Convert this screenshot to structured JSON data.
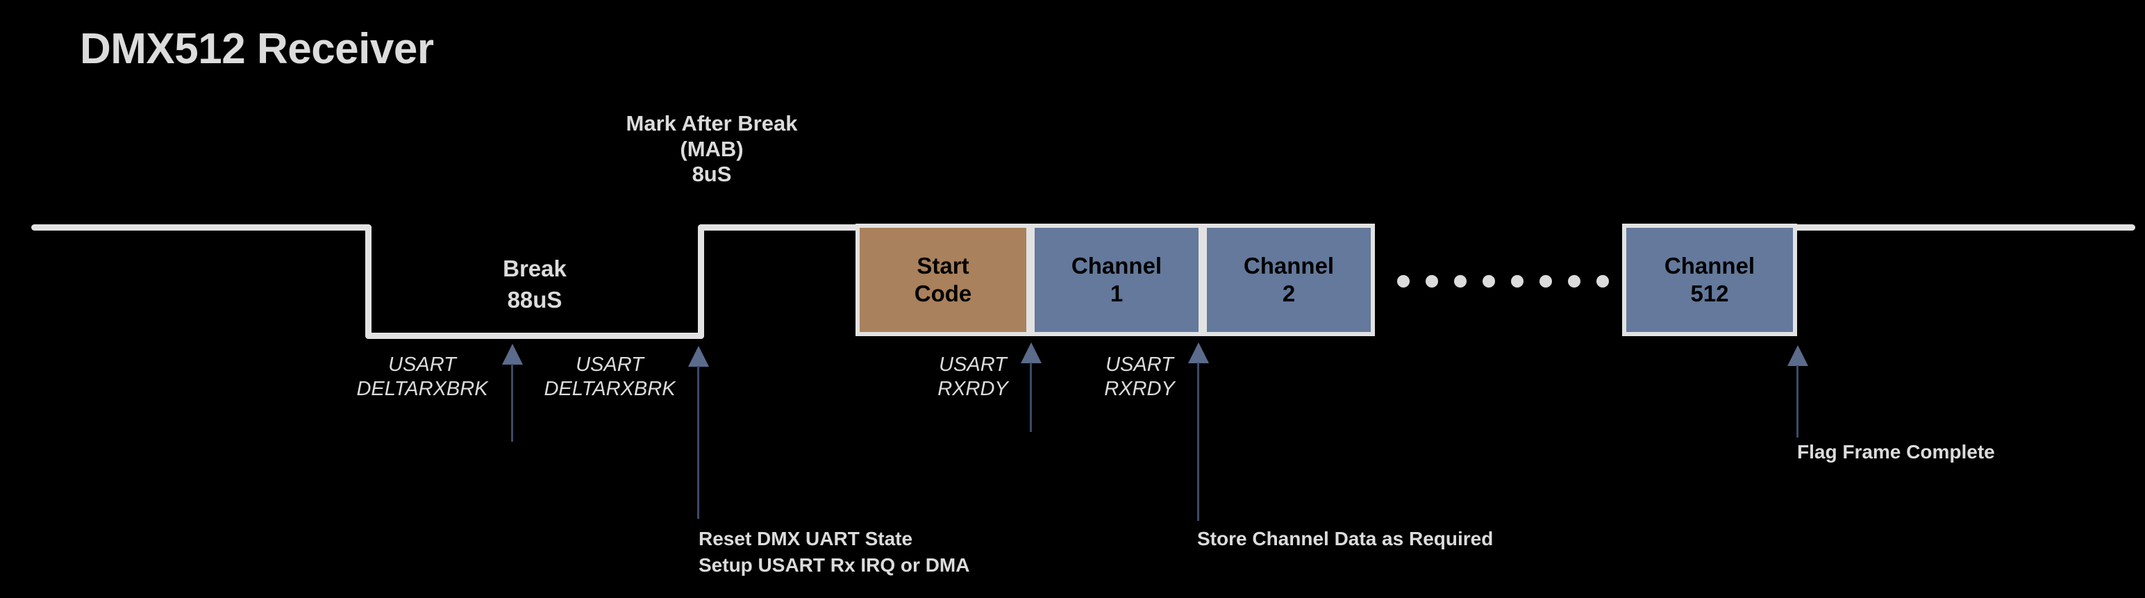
{
  "title": "DMX512 Receiver",
  "waveform": {
    "mab_label": "Mark After Break\n(MAB)\n8uS",
    "break_label": "Break\n88uS"
  },
  "slots": [
    {
      "name": "start-code",
      "label": "Start\nCode",
      "color": "#a9815c"
    },
    {
      "name": "channel-1",
      "label": "Channel\n1",
      "color": "#64799b"
    },
    {
      "name": "channel-2",
      "label": "Channel\n2",
      "color": "#64799b"
    },
    {
      "name": "channel-512",
      "label": "Channel\n512",
      "color": "#64799b"
    }
  ],
  "ellipsis_dot_count": 8,
  "signals": [
    {
      "name": "usart-deltarxbrk-1",
      "label": "USART\nDELTARXBRK"
    },
    {
      "name": "usart-deltarxbrk-2",
      "label": "USART\nDELTARXBRK"
    },
    {
      "name": "usart-rxrdy-1",
      "label": "USART\nRXRDY"
    },
    {
      "name": "usart-rxrdy-2",
      "label": "USART\nRXRDY"
    }
  ],
  "notes": [
    {
      "name": "reset-dmx-uart-state",
      "label": "Reset DMX UART State\nSetup USART Rx IRQ or DMA"
    },
    {
      "name": "store-channel-data",
      "label": "Store Channel Data as Required"
    },
    {
      "name": "flag-frame-complete",
      "label": "Flag Frame Complete"
    }
  ],
  "colors": {
    "background": "#000000",
    "trace": "#e2e2e2",
    "text": "#dcdcdc",
    "start_code": "#a9815c",
    "channel": "#64799b",
    "arrow": "#5b6b8c"
  }
}
